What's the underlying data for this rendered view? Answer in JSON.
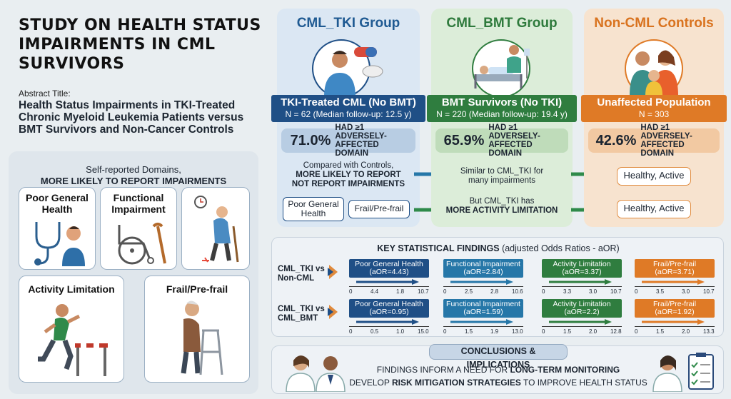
{
  "header": {
    "title": "STUDY ON HEALTH STATUS IMPAIRMENTS IN CML SURVIVORS",
    "abstract_label": "Abstract Title:",
    "abstract_title": "Health Status Impairments in TKI-Treated Chronic Myeloid Leukemia Patients versus BMT Survivors and Non-Cancer Controls"
  },
  "domains": {
    "heading_line1": "Self-reported Domains,",
    "heading_line2": "MORE LIKELY TO REPORT IMPAIRMENTS",
    "items": [
      {
        "label": "Poor General Health"
      },
      {
        "label": "Functional Impairment"
      },
      {
        "label": ""
      },
      {
        "label": "Activity Limitation"
      },
      {
        "label": "Frail/Pre-frail"
      }
    ]
  },
  "groups": [
    {
      "title": "CML_TKI Group",
      "band_title": "TKI-Treated CML (No BMT)",
      "band_sub": "N = 62 (Median follow-up: 12.5 y)",
      "pct": "71.0%",
      "pct_label": "HAD ≥1 ADVERSELY-AFFECTED DOMAIN",
      "note1_a": "Compared with Controls,",
      "note1_b": "MORE LIKELY TO REPORT",
      "note1_c": "NOT REPORT IMPAIRMENTS",
      "tag1": "Poor General Health",
      "tag2": "Frail/Pre-frail",
      "colors": {
        "title": "#1f5a92",
        "band": "#1f4f86",
        "bg": "#dbe7f3"
      }
    },
    {
      "title": "CML_BMT Group",
      "band_title": "BMT Survivors (No TKI)",
      "band_sub": "N = 220 (Median follow-up: 19.4 y)",
      "pct": "65.9%",
      "pct_label": "HAD ≥1 ADVERSELY-AFFECTED DOMAIN",
      "note1_a": "Similar to CML_TKI for",
      "note1_b": "many impairments",
      "note2_a": "But CML_TKI has",
      "note2_b": "MORE ACTIVITY LIMITATION",
      "colors": {
        "title": "#2e7a3c",
        "band": "#2f7d3f",
        "bg": "#dcedd9"
      }
    },
    {
      "title": "Non-CML Controls",
      "band_title": "Unaffected Population",
      "band_sub": "N = 303",
      "pct": "42.6%",
      "pct_label": "HAD ≥1 ADVERSELY-AFFECTED DOMAIN",
      "pill1": "Healthy, Active",
      "pill2": "Healthy, Active",
      "colors": {
        "title": "#d9731f",
        "band": "#df7a26",
        "bg": "#f7e3cf"
      }
    }
  ],
  "stats": {
    "title": "KEY STATISTICAL FINDINGS",
    "title_note": "(adjusted Odds Ratios - aOR)",
    "rows": [
      {
        "label_a": "CML_TKI vs",
        "label_b": "Non-CML",
        "cells": [
          {
            "name": "Poor General Health",
            "aor": "(aOR=4.43)",
            "ticks": [
              "0",
              "4.4",
              "1.8",
              "10.7"
            ],
            "color": "#1f4f86"
          },
          {
            "name": "Functional Impairment",
            "aor": "(aOR=2.84)",
            "ticks": [
              "0",
              "2.5",
              "2.8",
              "10.6"
            ],
            "color": "#2677a8"
          },
          {
            "name": "Activity Limitation",
            "aor": "(aOR=3.37)",
            "ticks": [
              "0",
              "3.3",
              "3.0",
              "10.7"
            ],
            "color": "#2f7d3f"
          },
          {
            "name": "Frail/Pre-frail",
            "aor": "(aOR=3.71)",
            "ticks": [
              "0",
              "3.5",
              "3.0",
              "10.7"
            ],
            "color": "#df7a26"
          }
        ]
      },
      {
        "label_a": "CML_TKI vs",
        "label_b": "CML_BMT",
        "cells": [
          {
            "name": "Poor General Health",
            "aor": "(aOR=0.95)",
            "ticks": [
              "0",
              "0.5",
              "1.0",
              "15.0"
            ],
            "color": "#1f4f86"
          },
          {
            "name": "Functional Impairment",
            "aor": "(aOR=1.59)",
            "ticks": [
              "0",
              "1.5",
              "1.9",
              "13.0"
            ],
            "color": "#2677a8"
          },
          {
            "name": "Activity Limitation",
            "aor": "(aOR=2.2)",
            "ticks": [
              "0",
              "1.5",
              "2.0",
              "12.8"
            ],
            "color": "#2f7d3f"
          },
          {
            "name": "Frail/Pre-frail",
            "aor": "(aOR=1.92)",
            "ticks": [
              "0",
              "1.5",
              "2.0",
              "13.3"
            ],
            "color": "#df7a26"
          }
        ]
      }
    ]
  },
  "conclusions": {
    "heading": "CONCLUSIONS & IMPLICATIONS",
    "line1_pre": "FINDINGS INFORM A NEED FOR ",
    "line1_bold": "LONG-TERM MONITORING",
    "line2_pre": "DEVELOP ",
    "line2_bold": "RISK MITIGATION STRATEGIES",
    "line2_post": " TO IMPROVE HEALTH STATUS"
  }
}
